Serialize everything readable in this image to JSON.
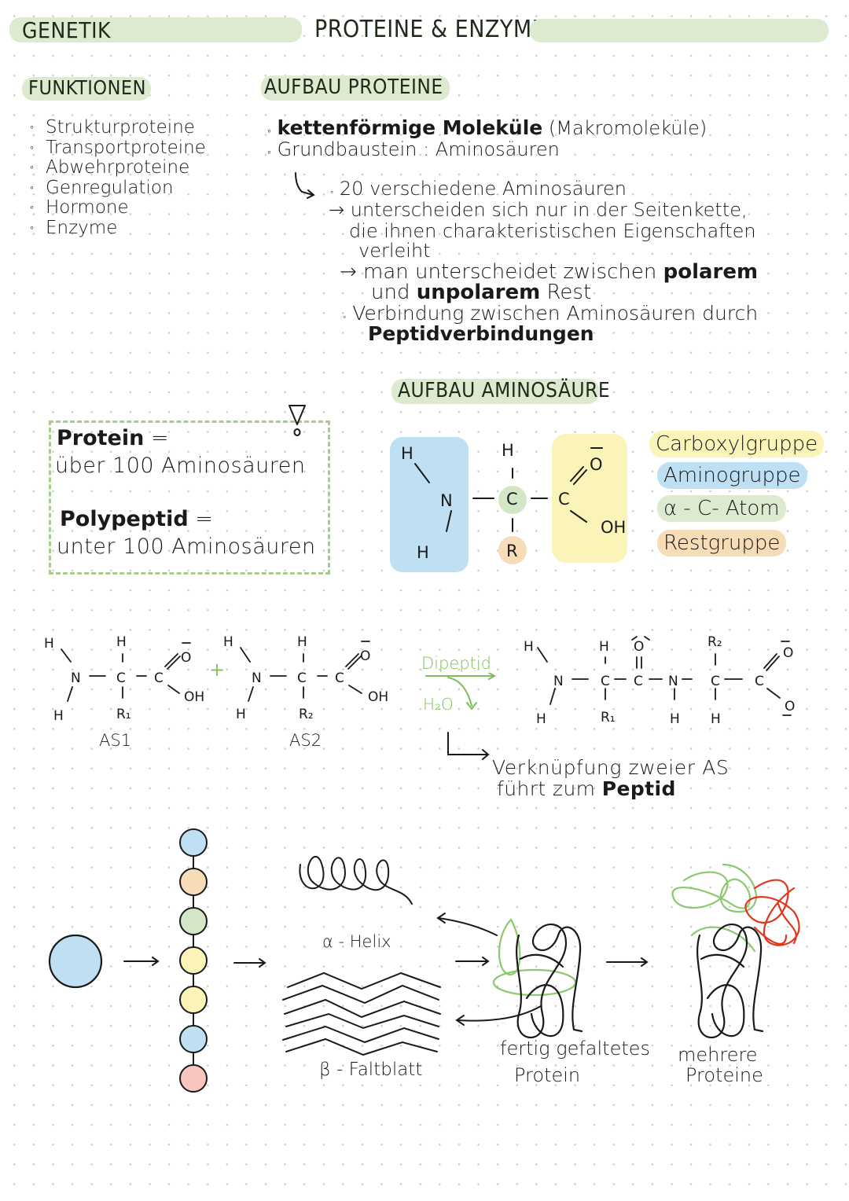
{
  "header": {
    "subject": "GENETIK",
    "title": "PROTEINE & ENZYME"
  },
  "functions": {
    "heading": "FUNKTIONEN",
    "items": [
      "Strukturproteine",
      "Transportproteine",
      "Abwehrproteine",
      "Genregulation",
      "Hormone",
      "Enzyme"
    ]
  },
  "structure": {
    "heading": "AUFBAU PROTEINE",
    "line1_bold": "kettenförmige Moleküle",
    "line1_rest": " (Makromoleküle)",
    "line2": "Grundbaustein : Aminosäuren",
    "sub1": "20 verschiedene Aminosäuren",
    "sub2a": "→ unterscheiden sich nur in der Seitenkette,",
    "sub2b": "die ihnen charakteristischen Eigenschaften",
    "sub2c": "verleiht",
    "sub3_pre": "→ man unterscheidet zwischen ",
    "sub3_bold1": "polarem",
    "sub3_mid": "und ",
    "sub3_bold2": "unpolarem",
    "sub3_post": " Rest",
    "sub4": "Verbindung zwischen Aminosäuren durch",
    "sub4_bold": "Peptidverbindungen"
  },
  "definition_box": {
    "protein_term": "Protein",
    "protein_eq": " =",
    "protein_def": "über 100 Aminosäuren",
    "polypeptide_term": "Polypeptid",
    "polypeptide_eq": " =",
    "polypeptide_def": "unter 100 Aminosäuren",
    "alert_symbol": "!"
  },
  "amino_acid": {
    "heading": "AUFBAU AMINOSÄURE",
    "atoms": {
      "h_top": "H",
      "h1": "H",
      "h2": "H",
      "n": "N",
      "c_alpha": "C",
      "c_carboxyl": "C",
      "o_double": "O",
      "oh": "OH",
      "r": "R"
    },
    "legend": [
      {
        "label": "Carboxylgruppe",
        "color": "#fbf4b8"
      },
      {
        "label": "Aminogruppe",
        "color": "#bfe0f2"
      },
      {
        "label": "α - C- Atom",
        "color": "#dcebcf"
      },
      {
        "label": "Restgruppe",
        "color": "#f7dcb8"
      }
    ]
  },
  "reaction": {
    "as1_label": "AS1",
    "as2_label": "AS2",
    "plus": "+",
    "r1": "R₁",
    "r2": "R₂",
    "arrow_label": "Dipeptid",
    "byproduct": "H₂O",
    "note_line1": "Verknüpfung zweier AS",
    "note_line2_pre": "führt zum ",
    "note_line2_bold": "Peptid"
  },
  "folding": {
    "chain_colors": [
      "#bfe0f2",
      "#f7dcb8",
      "#d3e6c6",
      "#fbf4b8",
      "#fbf4b8",
      "#bfe0f2",
      "#f8c6bf"
    ],
    "single_color": "#bfe0f2",
    "helix_label": "α - Helix",
    "sheet_label": "β - Faltblatt",
    "folded_label_1": "fertig gefaltetes",
    "folded_label_2": "Protein",
    "multi_label_1": "mehrere",
    "multi_label_2": "Proteine"
  }
}
